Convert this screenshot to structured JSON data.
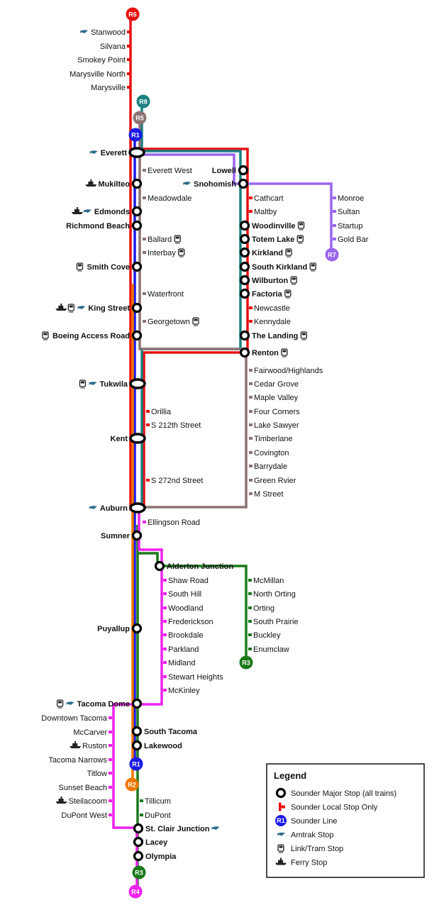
{
  "colors": {
    "r1": "#1a1ae6",
    "r2": "#f07800",
    "r3": "#1a7a1a",
    "r4": "#ee22ee",
    "r5": "#8c7272",
    "r6": "#e81010",
    "r7": "#9966ee",
    "r8": "#1a8080",
    "amtrak": "#2a6a8a"
  },
  "badges": [
    {
      "id": "r6-top",
      "label": "R6",
      "color": "#e81010"
    },
    {
      "id": "r8-top",
      "label": "R8",
      "color": "#1a8080"
    },
    {
      "id": "r5-top",
      "label": "R5",
      "color": "#8c7272"
    },
    {
      "id": "r1-top",
      "label": "R1",
      "color": "#1a1ae6"
    },
    {
      "id": "r7-end",
      "label": "R7",
      "color": "#9966ee"
    },
    {
      "id": "r3-orting",
      "label": "R3",
      "color": "#1a7a1a"
    },
    {
      "id": "r1-bottom",
      "label": "R1",
      "color": "#1a1ae6"
    },
    {
      "id": "r2-bottom",
      "label": "R2",
      "color": "#f07800"
    },
    {
      "id": "r3-bottom",
      "label": "R3",
      "color": "#1a7a1a"
    },
    {
      "id": "r4-bottom",
      "label": "R4",
      "color": "#ee22ee"
    }
  ],
  "stations": {
    "stanwood": {
      "name": "Stanwood",
      "major": false,
      "icons": [
        "amtrak"
      ]
    },
    "silvana": {
      "name": "Silvana",
      "major": false,
      "icons": []
    },
    "smokey_point": {
      "name": "Smokey Point",
      "major": false,
      "icons": []
    },
    "marysville_north": {
      "name": "Marysville North",
      "major": false,
      "icons": []
    },
    "marysville": {
      "name": "Marysville",
      "major": false,
      "icons": []
    },
    "everett": {
      "name": "Everett",
      "major": true,
      "icons": [
        "amtrak"
      ]
    },
    "everett_west": {
      "name": "Everett West",
      "major": false,
      "icons": []
    },
    "mukilteo": {
      "name": "Mukilteo",
      "major": true,
      "icons": [
        "ferry"
      ]
    },
    "meadowdale": {
      "name": "Meadowdale",
      "major": false,
      "icons": []
    },
    "edmonds": {
      "name": "Edmonds",
      "major": true,
      "icons": [
        "ferry",
        "amtrak"
      ]
    },
    "richmond_beach": {
      "name": "Richmond Beach",
      "major": true,
      "icons": []
    },
    "ballard": {
      "name": "Ballard",
      "major": false,
      "icons": [
        "link"
      ]
    },
    "interbay": {
      "name": "Interbay",
      "major": false,
      "icons": [
        "link"
      ]
    },
    "smith_cove": {
      "name": "Smith Cove",
      "major": true,
      "icons": [
        "link"
      ]
    },
    "waterfront": {
      "name": "Waterfront",
      "major": false,
      "icons": []
    },
    "king_street": {
      "name": "King Street",
      "major": true,
      "icons": [
        "ferry",
        "link",
        "amtrak"
      ]
    },
    "georgetown": {
      "name": "Georgetown",
      "major": false,
      "icons": [
        "link"
      ]
    },
    "boeing_access_road": {
      "name": "Boeing Access Road",
      "major": true,
      "icons": [
        "link"
      ]
    },
    "tukwila": {
      "name": "Tukwila",
      "major": true,
      "icons": [
        "link",
        "amtrak"
      ]
    },
    "orillia": {
      "name": "Orillia",
      "major": false,
      "icons": []
    },
    "s_212th": {
      "name": "S 212th Street",
      "major": false,
      "icons": []
    },
    "kent": {
      "name": "Kent",
      "major": true,
      "icons": []
    },
    "s_272nd": {
      "name": "S 272nd Street",
      "major": false,
      "icons": []
    },
    "auburn": {
      "name": "Auburn",
      "major": true,
      "icons": [
        "amtrak"
      ]
    },
    "ellingson_road": {
      "name": "Ellingson Road",
      "major": false,
      "icons": []
    },
    "sumner": {
      "name": "Sumner",
      "major": true,
      "icons": []
    },
    "alderton_junction": {
      "name": "Alderton Junction",
      "major": true,
      "icons": []
    },
    "shaw_road": {
      "name": "Shaw Road",
      "major": false,
      "icons": []
    },
    "south_hill": {
      "name": "South Hill",
      "major": false,
      "icons": []
    },
    "woodland": {
      "name": "Woodland",
      "major": false,
      "icons": []
    },
    "frederickson": {
      "name": "Frederickson",
      "major": false,
      "icons": []
    },
    "brookdale": {
      "name": "Brookdale",
      "major": false,
      "icons": []
    },
    "parkland": {
      "name": "Parkland",
      "major": false,
      "icons": []
    },
    "midland": {
      "name": "Midland",
      "major": false,
      "icons": []
    },
    "stewart_heights": {
      "name": "Stewart Heights",
      "major": false,
      "icons": []
    },
    "mckinley": {
      "name": "McKinley",
      "major": false,
      "icons": []
    },
    "puyallup": {
      "name": "Puyallup",
      "major": true,
      "icons": []
    },
    "mcmillan": {
      "name": "McMillan",
      "major": false,
      "icons": []
    },
    "north_orting": {
      "name": "North Orting",
      "major": false,
      "icons": []
    },
    "orting": {
      "name": "Orting",
      "major": false,
      "icons": []
    },
    "south_prairie": {
      "name": "South Prairie",
      "major": false,
      "icons": []
    },
    "buckley": {
      "name": "Buckley",
      "major": false,
      "icons": []
    },
    "enumclaw": {
      "name": "Enumclaw",
      "major": false,
      "icons": []
    },
    "tacoma_dome": {
      "name": "Tacoma Dome",
      "major": true,
      "icons": [
        "link",
        "amtrak"
      ]
    },
    "downtown_tacoma": {
      "name": "Downtown Tacoma",
      "major": false,
      "icons": []
    },
    "mccarver": {
      "name": "McCarver",
      "major": false,
      "icons": []
    },
    "ruston": {
      "name": "Ruston",
      "major": false,
      "icons": [
        "ferry"
      ]
    },
    "tacoma_narrows": {
      "name": "Tacoma Narrows",
      "major": false,
      "icons": []
    },
    "titlow": {
      "name": "Titlow",
      "major": false,
      "icons": []
    },
    "sunset_beach": {
      "name": "Sunset Beach",
      "major": false,
      "icons": []
    },
    "steilacoom": {
      "name": "Steilacoom",
      "major": false,
      "icons": [
        "ferry"
      ]
    },
    "dupont_west": {
      "name": "DuPont West",
      "major": false,
      "icons": []
    },
    "south_tacoma": {
      "name": "South Tacoma",
      "major": true,
      "icons": []
    },
    "lakewood": {
      "name": "Lakewood",
      "major": true,
      "icons": []
    },
    "tillicum": {
      "name": "Tillicum",
      "major": false,
      "icons": []
    },
    "dupont": {
      "name": "DuPont",
      "major": false,
      "icons": []
    },
    "st_clair_junction": {
      "name": "St. Clair Junction",
      "major": true,
      "icons": [
        "amtrak"
      ]
    },
    "lacey": {
      "name": "Lacey",
      "major": true,
      "icons": []
    },
    "olympia": {
      "name": "Olympia",
      "major": true,
      "icons": []
    },
    "lowell": {
      "name": "Lowell",
      "major": true,
      "icons": []
    },
    "snohomish": {
      "name": "Snohomish",
      "major": true,
      "icons": [
        "amtrak"
      ]
    },
    "cathcart": {
      "name": "Cathcart",
      "major": false,
      "icons": []
    },
    "maltby": {
      "name": "Maltby",
      "major": false,
      "icons": []
    },
    "woodinville": {
      "name": "Woodinville",
      "major": true,
      "icons": [
        "link"
      ]
    },
    "totem_lake": {
      "name": "Totem Lake",
      "major": true,
      "icons": [
        "link"
      ]
    },
    "kirkland": {
      "name": "Kirkland",
      "major": true,
      "icons": [
        "link"
      ]
    },
    "south_kirkland": {
      "name": "South Kirkland",
      "major": true,
      "icons": [
        "link"
      ]
    },
    "wilburton": {
      "name": "Wilburton",
      "major": true,
      "icons": [
        "link"
      ]
    },
    "factoria": {
      "name": "Factoria",
      "major": true,
      "icons": [
        "link"
      ]
    },
    "newcastle": {
      "name": "Newcastle",
      "major": false,
      "icons": []
    },
    "kennydale": {
      "name": "Kennydale",
      "major": false,
      "icons": []
    },
    "the_landing": {
      "name": "The Landing",
      "major": true,
      "icons": [
        "link"
      ]
    },
    "renton": {
      "name": "Renton",
      "major": true,
      "icons": [
        "link"
      ]
    },
    "monroe": {
      "name": "Monroe",
      "major": false,
      "icons": []
    },
    "sultan": {
      "name": "Sultan",
      "major": false,
      "icons": []
    },
    "startup": {
      "name": "Startup",
      "major": false,
      "icons": []
    },
    "gold_bar": {
      "name": "Gold Bar",
      "major": false,
      "icons": []
    },
    "fairwood": {
      "name": "Fairwood/Highlands",
      "major": false,
      "icons": []
    },
    "cedar_grove": {
      "name": "Cedar Grove",
      "major": false,
      "icons": []
    },
    "maple_valley": {
      "name": "Maple Valley",
      "major": false,
      "icons": []
    },
    "four_corners": {
      "name": "Four Corners",
      "major": false,
      "icons": []
    },
    "lake_sawyer": {
      "name": "Lake Sawyer",
      "major": false,
      "icons": []
    },
    "timberlane": {
      "name": "Timberlane",
      "major": false,
      "icons": []
    },
    "covington": {
      "name": "Covington",
      "major": false,
      "icons": []
    },
    "barrydale": {
      "name": "Barrydale",
      "major": false,
      "icons": []
    },
    "green_rvier": {
      "name": "Green Rvier",
      "major": false,
      "icons": []
    },
    "m_street": {
      "name": "M Street",
      "major": false,
      "icons": []
    }
  },
  "legend": {
    "title": "Legend",
    "items": [
      {
        "key": "major",
        "label": "Sounder Major Stop (all trains)"
      },
      {
        "key": "local",
        "label": "Sounder Local Stop Only"
      },
      {
        "key": "line",
        "label": "Sounder Line",
        "badge": "R1"
      },
      {
        "key": "amtrak",
        "label": "Amtrak Stop"
      },
      {
        "key": "link",
        "label": "Link/Tram Stop"
      },
      {
        "key": "ferry",
        "label": "Ferry Stop"
      }
    ]
  }
}
